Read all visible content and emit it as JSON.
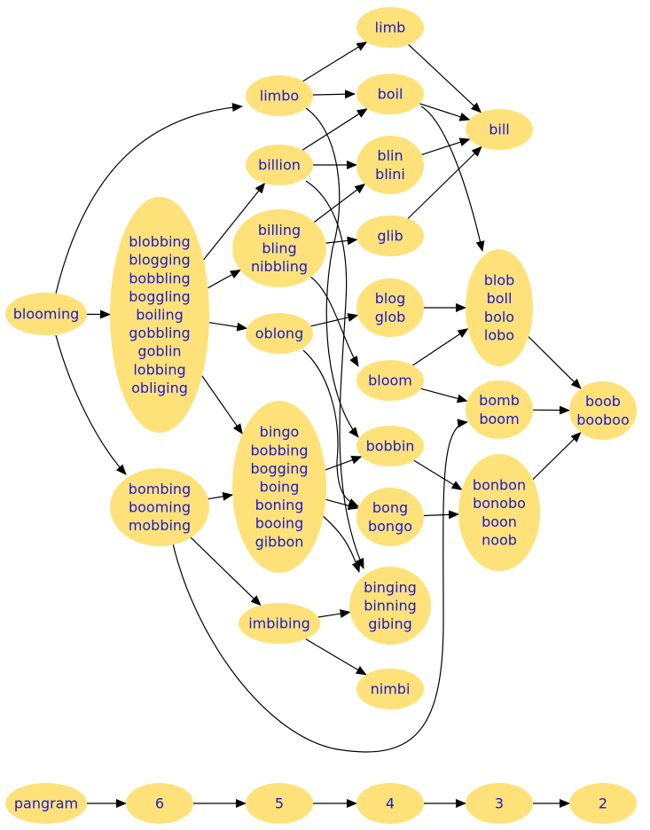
{
  "colors": {
    "node_fill": "#ffe17a",
    "label": "#1a1acc",
    "edge": "#000000"
  },
  "nodes": [
    {
      "id": "blooming",
      "lines": [
        "blooming"
      ]
    },
    {
      "id": "cluster_b",
      "lines": [
        "blobbing",
        "blogging",
        "bobbling",
        "boggling",
        "boiling",
        "gobbling",
        "goblin",
        "lobbing",
        "obliging"
      ]
    },
    {
      "id": "bombing",
      "lines": [
        "bombing",
        "booming",
        "mobbing"
      ]
    },
    {
      "id": "limbo",
      "lines": [
        "limbo"
      ]
    },
    {
      "id": "billion",
      "lines": [
        "billion"
      ]
    },
    {
      "id": "billing",
      "lines": [
        "billing",
        "bling",
        "nibbling"
      ]
    },
    {
      "id": "oblong",
      "lines": [
        "oblong"
      ]
    },
    {
      "id": "bingo",
      "lines": [
        "bingo",
        "bobbing",
        "bogging",
        "boing",
        "boning",
        "booing",
        "gibbon"
      ]
    },
    {
      "id": "imbibing",
      "lines": [
        "imbibing"
      ]
    },
    {
      "id": "limb",
      "lines": [
        "limb"
      ]
    },
    {
      "id": "boil",
      "lines": [
        "boil"
      ]
    },
    {
      "id": "blin",
      "lines": [
        "blin",
        "blini"
      ]
    },
    {
      "id": "glib",
      "lines": [
        "glib"
      ]
    },
    {
      "id": "blog",
      "lines": [
        "blog",
        "glob"
      ]
    },
    {
      "id": "bloom",
      "lines": [
        "bloom"
      ]
    },
    {
      "id": "bobbin",
      "lines": [
        "bobbin"
      ]
    },
    {
      "id": "bong",
      "lines": [
        "bong",
        "bongo"
      ]
    },
    {
      "id": "binging",
      "lines": [
        "binging",
        "binning",
        "gibing"
      ]
    },
    {
      "id": "nimbi",
      "lines": [
        "nimbi"
      ]
    },
    {
      "id": "bill",
      "lines": [
        "bill"
      ]
    },
    {
      "id": "blob",
      "lines": [
        "blob",
        "boll",
        "bolo",
        "lobo"
      ]
    },
    {
      "id": "bomb",
      "lines": [
        "bomb",
        "boom"
      ]
    },
    {
      "id": "bonbon",
      "lines": [
        "bonbon",
        "bonobo",
        "boon",
        "noob"
      ]
    },
    {
      "id": "boob",
      "lines": [
        "boob",
        "booboo"
      ]
    },
    {
      "id": "pangram",
      "lines": [
        "pangram"
      ]
    },
    {
      "id": "n6",
      "lines": [
        "6"
      ]
    },
    {
      "id": "n5",
      "lines": [
        "5"
      ]
    },
    {
      "id": "n4",
      "lines": [
        "4"
      ]
    },
    {
      "id": "n3",
      "lines": [
        "3"
      ]
    },
    {
      "id": "n2",
      "lines": [
        "2"
      ]
    }
  ],
  "edges": [
    {
      "from": "blooming",
      "to": "cluster_b"
    },
    {
      "from": "blooming",
      "to": "limbo"
    },
    {
      "from": "blooming",
      "to": "bombing"
    },
    {
      "from": "cluster_b",
      "to": "billion"
    },
    {
      "from": "cluster_b",
      "to": "billing"
    },
    {
      "from": "cluster_b",
      "to": "oblong"
    },
    {
      "from": "cluster_b",
      "to": "bingo"
    },
    {
      "from": "bombing",
      "to": "bingo"
    },
    {
      "from": "bombing",
      "to": "imbibing"
    },
    {
      "from": "bombing",
      "to": "bomb"
    },
    {
      "from": "limbo",
      "to": "limb"
    },
    {
      "from": "limbo",
      "to": "boil"
    },
    {
      "from": "limbo",
      "to": "bobbin"
    },
    {
      "from": "billion",
      "to": "boil"
    },
    {
      "from": "billion",
      "to": "blin"
    },
    {
      "from": "billion",
      "to": "binging"
    },
    {
      "from": "billing",
      "to": "blin"
    },
    {
      "from": "billing",
      "to": "glib"
    },
    {
      "from": "billing",
      "to": "bloom"
    },
    {
      "from": "oblong",
      "to": "blog"
    },
    {
      "from": "oblong",
      "to": "bong"
    },
    {
      "from": "bingo",
      "to": "bobbin"
    },
    {
      "from": "bingo",
      "to": "bong"
    },
    {
      "from": "bingo",
      "to": "binging"
    },
    {
      "from": "imbibing",
      "to": "binging"
    },
    {
      "from": "imbibing",
      "to": "nimbi"
    },
    {
      "from": "limb",
      "to": "bill"
    },
    {
      "from": "boil",
      "to": "bill"
    },
    {
      "from": "boil",
      "to": "blob"
    },
    {
      "from": "blin",
      "to": "bill"
    },
    {
      "from": "glib",
      "to": "bill"
    },
    {
      "from": "blog",
      "to": "blob"
    },
    {
      "from": "bloom",
      "to": "blob"
    },
    {
      "from": "bloom",
      "to": "bomb"
    },
    {
      "from": "bobbin",
      "to": "bonbon"
    },
    {
      "from": "bong",
      "to": "bonbon"
    },
    {
      "from": "blob",
      "to": "boob"
    },
    {
      "from": "bomb",
      "to": "boob"
    },
    {
      "from": "bonbon",
      "to": "boob"
    },
    {
      "from": "pangram",
      "to": "n6"
    },
    {
      "from": "n6",
      "to": "n5"
    },
    {
      "from": "n5",
      "to": "n4"
    },
    {
      "from": "n4",
      "to": "n3"
    },
    {
      "from": "n3",
      "to": "n2"
    }
  ]
}
